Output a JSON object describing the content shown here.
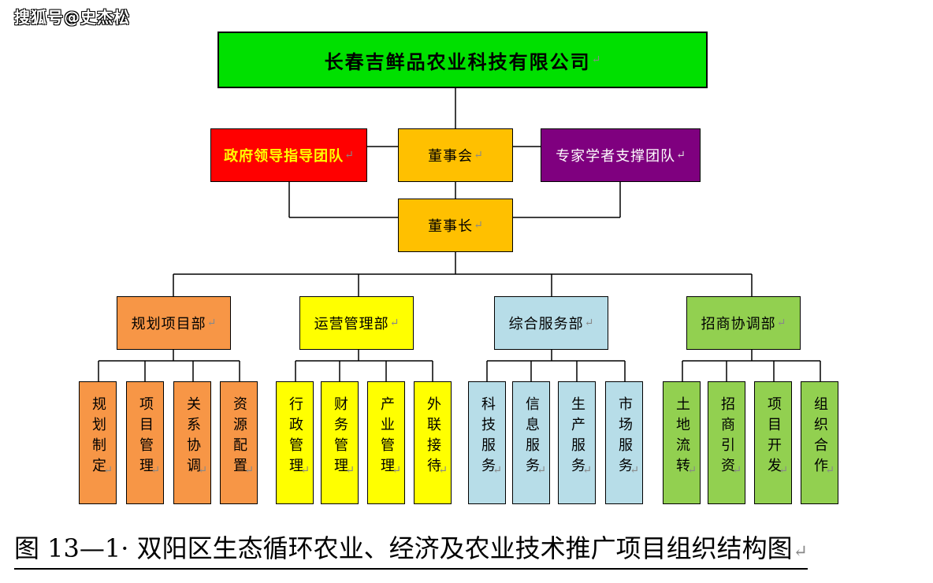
{
  "watermark": "搜狐号@史杰松",
  "colors": {
    "company": "#00e000",
    "board": "#ffc000",
    "gov": "#ff0000",
    "expert": "#7f007f",
    "planning": "#f79646",
    "operations": "#ffff00",
    "services": "#b7dde8",
    "investment": "#92d050"
  },
  "org": {
    "company": "长春吉鲜品农业科技有限公司",
    "board": "董事会",
    "gov_team": "政府领导指导团队",
    "expert_team": "专家学者支撑团队",
    "chairman": "董事长",
    "departments": [
      {
        "name": "规划项目部",
        "units": [
          "规划制定",
          "项目管理",
          "关系协调",
          "资源配置"
        ]
      },
      {
        "name": "运营管理部",
        "units": [
          "行政管理",
          "财务管理",
          "产业管理",
          "外联接待"
        ]
      },
      {
        "name": "综合服务部",
        "units": [
          "科技服务",
          "信息服务",
          "生产服务",
          "市场服务"
        ]
      },
      {
        "name": "招商协调部",
        "units": [
          "土地流转",
          "招商引资",
          "项目开发",
          "组织合作"
        ]
      }
    ]
  },
  "return_mark": "↵",
  "caption": "图 13—1· 双阳区生态循环农业、经济及农业技术推广项目组织结构图"
}
